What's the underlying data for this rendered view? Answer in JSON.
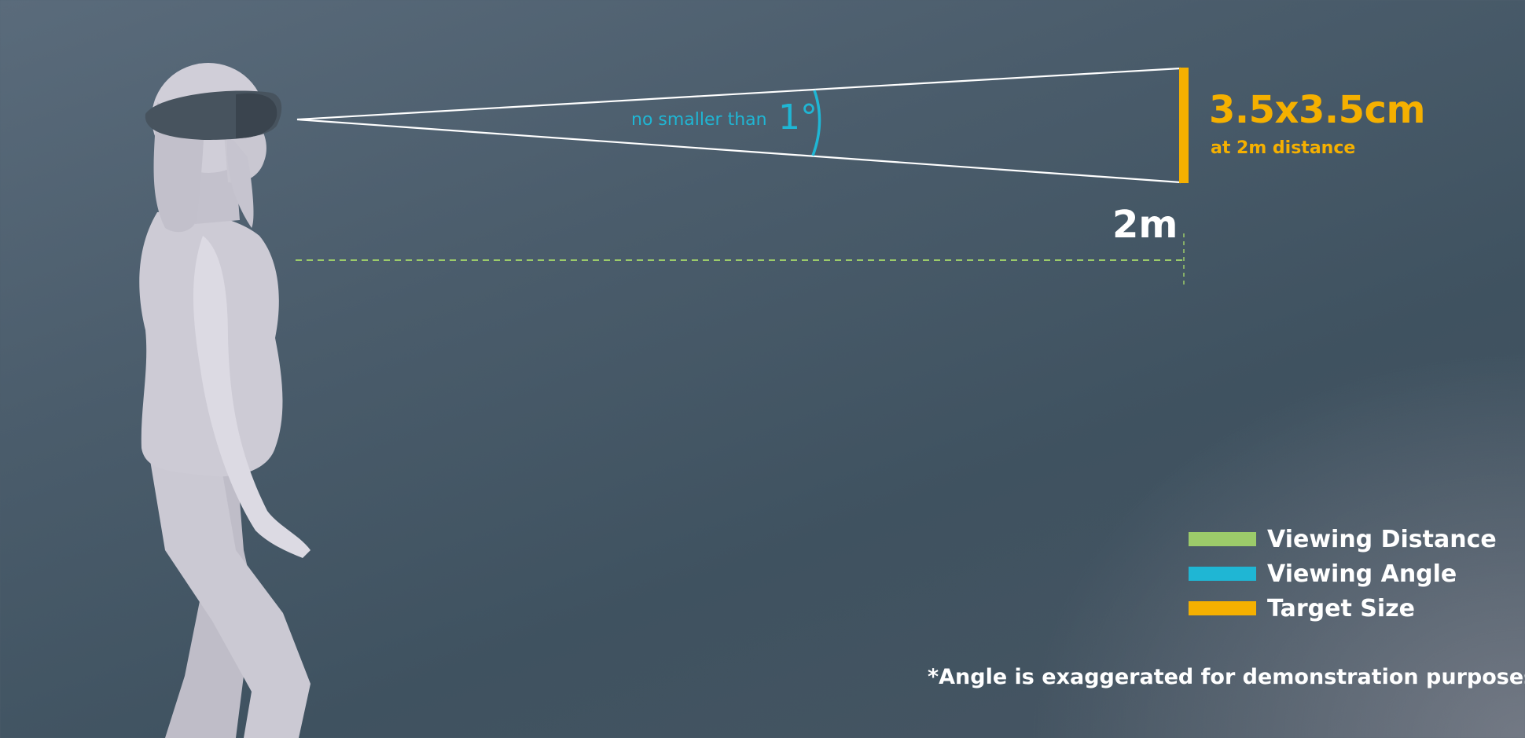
{
  "colors": {
    "distance": "#9ccb6a",
    "angle": "#1fb6d4",
    "target": "#f5b000",
    "line": "#ffffff",
    "figure": "#c8c6d0",
    "headset": "#47535e"
  },
  "target_size": {
    "value": "3.5x3.5cm",
    "sub": "at 2m distance"
  },
  "distance": {
    "label": "2m"
  },
  "angle": {
    "prefix": "no smaller than",
    "value": "1°"
  },
  "legend": {
    "items": [
      {
        "label": "Viewing Distance",
        "color": "#9ccb6a"
      },
      {
        "label": "Viewing Angle",
        "color": "#1fb6d4"
      },
      {
        "label": "Target Size",
        "color": "#f5b000"
      }
    ]
  },
  "footnote": "*Angle is exaggerated for demonstration purposes",
  "figure": {
    "icon": "person-with-headset-icon"
  }
}
